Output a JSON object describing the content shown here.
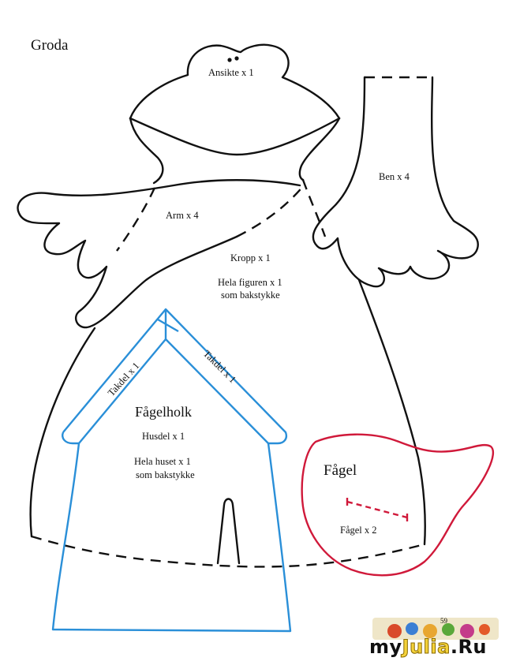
{
  "title": "Groda",
  "frog": {
    "face": "Ansikte x 1",
    "arm": "Arm x 4",
    "leg": "Ben x 4",
    "body": "Kropp x 1",
    "back_line1": "Hela figuren x 1",
    "back_line2": "som bakstykke"
  },
  "birdhouse": {
    "title": "Fågelholk",
    "roof_left": "Takdel x 1",
    "roof_right": "Takdel x 1",
    "house": "Husdel x 1",
    "back_line1": "Hela huset x 1",
    "back_line2": "som bakstykke"
  },
  "bird": {
    "title": "Fågel",
    "count": "Fågel x 2"
  },
  "watermark": {
    "page_number": "59",
    "site_prefix": "my",
    "site_middle": "Julia",
    "site_suffix": ".Ru"
  },
  "colors": {
    "outline": "#111111",
    "birdhouse": "#2a8fd8",
    "bird": "#d0193a",
    "background": "#ffffff"
  }
}
